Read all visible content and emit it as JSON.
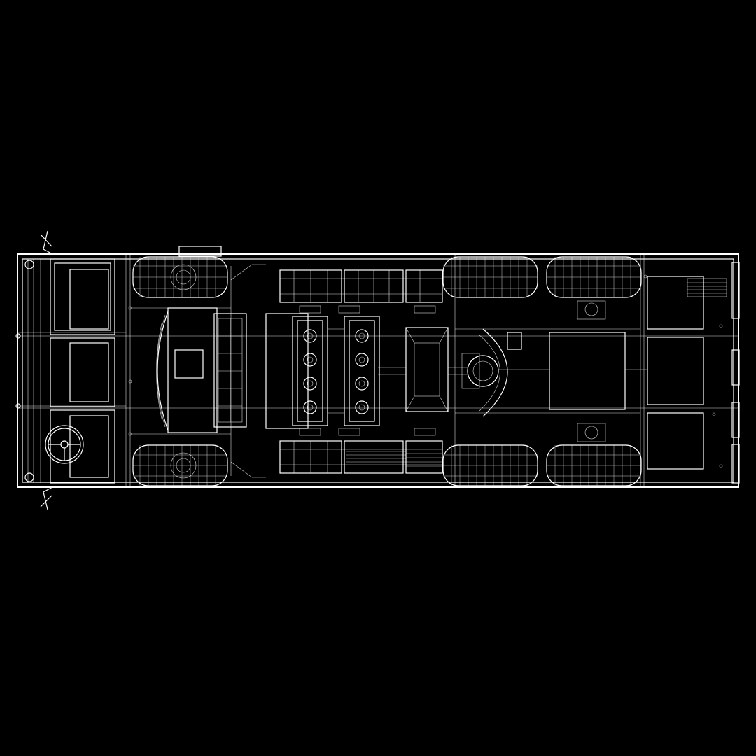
{
  "scene": {
    "background": "#000000",
    "line_color": "#ffffff",
    "subject": "vehicle-chassis-wireframe-top-view",
    "view": "top"
  },
  "components": {
    "front_axle": {
      "wheels": 2
    },
    "rear_axles": {
      "count": 2,
      "wheels": 4
    },
    "steering_wheel": 1,
    "engine_cylinder_banks": 2,
    "cylinders_per_bank": 4,
    "mirrors": 2
  },
  "icons": [
    "steering-wheel-icon",
    "mirror-icon",
    "tire-icon",
    "fan-icon"
  ]
}
